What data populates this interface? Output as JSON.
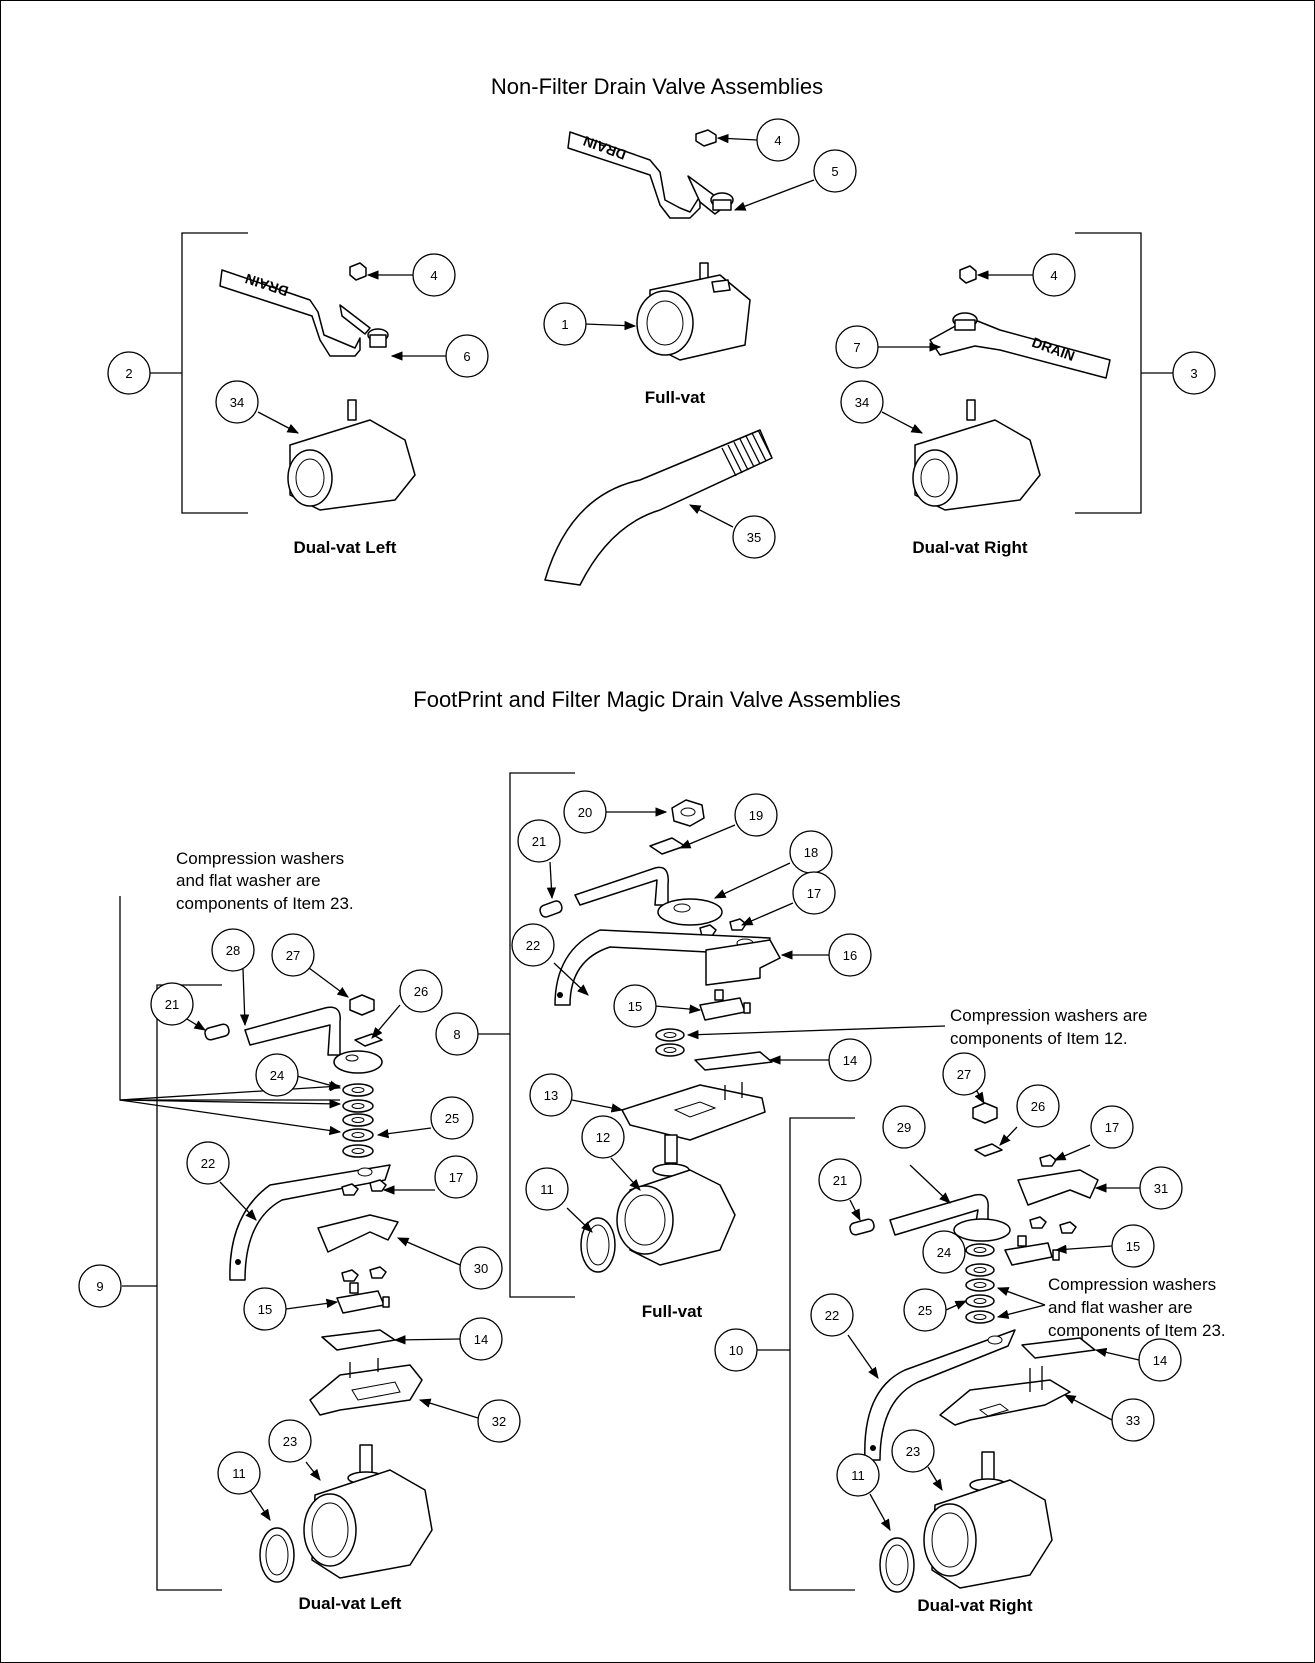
{
  "sections": {
    "non_filter_title": "Non-Filter Drain Valve Assemblies",
    "footprint_title": "FootPrint and Filter Magic Drain Valve Assemblies"
  },
  "labels": {
    "top_full_vat": "Full-vat",
    "top_dual_left": "Dual-vat Left",
    "top_dual_right": "Dual-vat Right",
    "bottom_full_vat": "Full-vat",
    "bottom_dual_left": "Dual-vat Left",
    "bottom_dual_right": "Dual-vat Right",
    "handle_text": "DRAIN"
  },
  "notes": {
    "left_line1": "Compression washers",
    "left_line2": "and flat washer are",
    "left_line3": "components of Item 23.",
    "center_line1": "Compression washers are",
    "center_line2": "components of Item 12.",
    "right_line1": "Compression washers",
    "right_line2": "and flat washer are",
    "right_line3": "components of Item 23."
  },
  "callouts": [
    {
      "id": "c1",
      "n": "4"
    },
    {
      "id": "c2",
      "n": "5"
    },
    {
      "id": "c3",
      "n": "1"
    },
    {
      "id": "c4",
      "n": "2"
    },
    {
      "id": "c5",
      "n": "4"
    },
    {
      "id": "c6",
      "n": "6"
    },
    {
      "id": "c7",
      "n": "34"
    },
    {
      "id": "c8",
      "n": "4"
    },
    {
      "id": "c9",
      "n": "7"
    },
    {
      "id": "c10",
      "n": "3"
    },
    {
      "id": "c11",
      "n": "34"
    },
    {
      "id": "c12",
      "n": "35"
    },
    {
      "id": "c13",
      "n": "20"
    },
    {
      "id": "c14",
      "n": "19"
    },
    {
      "id": "c15",
      "n": "21"
    },
    {
      "id": "c16",
      "n": "18"
    },
    {
      "id": "c17",
      "n": "17"
    },
    {
      "id": "c18",
      "n": "22"
    },
    {
      "id": "c19",
      "n": "16"
    },
    {
      "id": "c20",
      "n": "15"
    },
    {
      "id": "c21",
      "n": "8"
    },
    {
      "id": "c22",
      "n": "14"
    },
    {
      "id": "c23",
      "n": "13"
    },
    {
      "id": "c24",
      "n": "11"
    },
    {
      "id": "c25",
      "n": "12"
    },
    {
      "id": "c26",
      "n": "28"
    },
    {
      "id": "c27",
      "n": "27"
    },
    {
      "id": "c28",
      "n": "21"
    },
    {
      "id": "c29",
      "n": "26"
    },
    {
      "id": "c30",
      "n": "24"
    },
    {
      "id": "c31",
      "n": "25"
    },
    {
      "id": "c32",
      "n": "22"
    },
    {
      "id": "c33",
      "n": "17"
    },
    {
      "id": "c34",
      "n": "30"
    },
    {
      "id": "c35",
      "n": "9"
    },
    {
      "id": "c36",
      "n": "15"
    },
    {
      "id": "c37",
      "n": "14"
    },
    {
      "id": "c38",
      "n": "32"
    },
    {
      "id": "c39",
      "n": "23"
    },
    {
      "id": "c40",
      "n": "11"
    },
    {
      "id": "c41",
      "n": "27"
    },
    {
      "id": "c42",
      "n": "26"
    },
    {
      "id": "c43",
      "n": "29"
    },
    {
      "id": "c44",
      "n": "17"
    },
    {
      "id": "c45",
      "n": "21"
    },
    {
      "id": "c46",
      "n": "31"
    },
    {
      "id": "c47",
      "n": "24"
    },
    {
      "id": "c48",
      "n": "15"
    },
    {
      "id": "c49",
      "n": "25"
    },
    {
      "id": "c50",
      "n": "22"
    },
    {
      "id": "c51",
      "n": "10"
    },
    {
      "id": "c52",
      "n": "14"
    },
    {
      "id": "c53",
      "n": "33"
    },
    {
      "id": "c54",
      "n": "23"
    },
    {
      "id": "c55",
      "n": "11"
    }
  ]
}
